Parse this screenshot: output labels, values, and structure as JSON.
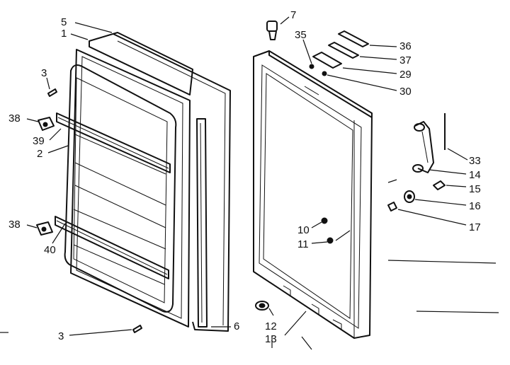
{
  "diagram": {
    "labels": {
      "p5": "5",
      "p1": "1",
      "p3a": "3",
      "p38a": "38",
      "p39": "39",
      "p2": "2",
      "p38b": "38",
      "p40": "40",
      "p3b": "3",
      "p6": "6",
      "p7": "7",
      "p35": "35",
      "p36": "36",
      "p37": "37",
      "p29": "29",
      "p30": "30",
      "p33": "33",
      "p14": "14",
      "p15": "15",
      "p16": "16",
      "p17": "17",
      "p10": "10",
      "p11": "11",
      "p12": "12",
      "p13": "13"
    }
  }
}
